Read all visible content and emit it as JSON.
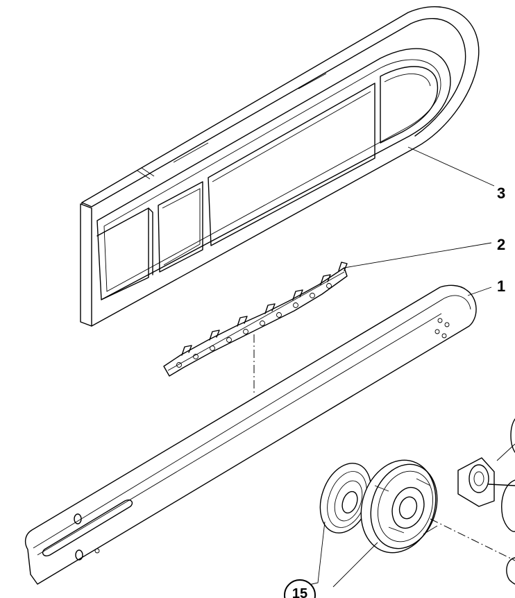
{
  "callouts": {
    "bar_guard": "3",
    "chain": "2",
    "guide_bar": "1",
    "sprocket_assembly": "15"
  }
}
